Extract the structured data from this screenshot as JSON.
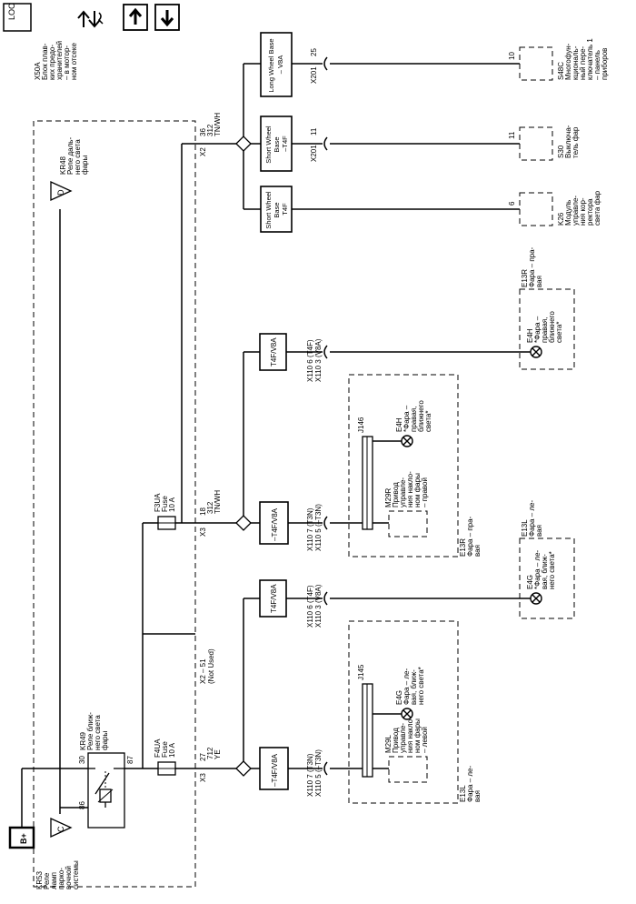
{
  "toolbar": {
    "loc_label": "LOC",
    "swap_icon": "swap-arrows-icon",
    "up_icon": "arrow-up-icon",
    "down_icon": "arrow-down-icon"
  },
  "power": {
    "b_plus": "B+"
  },
  "module_x50a": [
    "X50A",
    "Блок плав-",
    "ких предо-",
    "хранителей",
    "– в мотор-",
    "ном отсеке"
  ],
  "kr48": {
    "letter": "D",
    "lines": [
      "KR48",
      "Реле даль-",
      "него света",
      "фары"
    ]
  },
  "kr53": {
    "letter": "C",
    "lines": [
      "KR53",
      "Реле",
      "ламп",
      "парко-",
      "вочной",
      "системы"
    ]
  },
  "kr49": {
    "lines": [
      "KR49",
      "Реле ближ-",
      "него света",
      "фары"
    ],
    "pin_30": "30",
    "pin_86": "86",
    "pin_87": "87"
  },
  "f4ua": {
    "lines": [
      "F4UA",
      "Fuse",
      "10 A"
    ]
  },
  "f3ua": {
    "lines": [
      "F3UA",
      "Fuse",
      "10 A"
    ]
  },
  "x3_left": {
    "conn": "X3",
    "pin": "27",
    "wire": [
      "712",
      "YE"
    ]
  },
  "x3_right": {
    "conn": "X3",
    "pin": "18",
    "wire": [
      "312",
      "TN/WH"
    ]
  },
  "x2_not_used": [
    "X2 – 51",
    "(Not Used)"
  ],
  "x2_top": {
    "conn": "X2",
    "pin": "36",
    "wire": [
      "312",
      "TN/WH"
    ]
  },
  "boxes": {
    "t4f_v8a_left": "–T4F/V8A",
    "t4f_v8a_mid_right": "–T4F/V8A",
    "t4f_v8a_mid_left": "T4F/V8A",
    "t4f_v8a_right": "T4F/V8A",
    "short_t4f_a": [
      "Short Wheel",
      "Base",
      "T4F"
    ],
    "short_t4f_b": [
      "Short Wheel",
      "Base",
      "–T4F"
    ],
    "long_v8a": [
      "Long Wheel Base",
      "– V8A"
    ]
  },
  "x110": {
    "a": [
      "X110 7 (T3N)",
      "X110 5 (–T3N)"
    ],
    "b": [
      "X110 6 (T4F)",
      "X110 3 (V8A)"
    ],
    "c": [
      "X110 7 (T3N)",
      "X110 5 (–T3N)"
    ],
    "d": [
      "X110 6 (T4F)",
      "X110 3 (V8A)"
    ]
  },
  "x201": {
    "conn_a": "X201",
    "pin_a": "11",
    "conn_b": "X201",
    "pin_b": "25"
  },
  "e13l_left": {
    "area": [
      "E13L",
      "Фара – ле-",
      "вая"
    ],
    "j145": "J145",
    "m29l": [
      "M29L",
      "Привод",
      "управле-",
      "ния накло-",
      "ном фары",
      "– левой"
    ],
    "e4g": [
      "E4G",
      "Фара – ле-",
      "вая, ближ-",
      "него света*"
    ]
  },
  "e13l_right": {
    "area": [
      "E13L",
      "Фара – ле-",
      "вая"
    ],
    "e4g": [
      "E4G",
      "*Фара – ле-",
      "вая, ближ-",
      "него света*"
    ]
  },
  "e13r_left": {
    "area": [
      "E13R",
      "Фара – пра-",
      "вая"
    ],
    "j146": "J146",
    "m29r": [
      "M29R",
      "Привод",
      "управле-",
      "ния накло-",
      "ном фары",
      "– правой"
    ],
    "e4h": [
      "E4H",
      "*Фара –",
      "правая,",
      "ближнего",
      "света*"
    ]
  },
  "e13r_right": {
    "area": [
      "E13R",
      "Фара – пра-",
      "вая"
    ],
    "e4h": [
      "E4H",
      "*Фара –",
      "правая,",
      "ближнего",
      "света*"
    ]
  },
  "k26": {
    "pin": "6",
    "lines": [
      "K26",
      "Модуль",
      "управле-",
      "ния кор-",
      "ректора",
      "света фар"
    ]
  },
  "s30": {
    "pin": "11",
    "lines": [
      "S30",
      "Выключа-",
      "тель фар"
    ]
  },
  "s48c": {
    "pin": "10",
    "lines": [
      "S48C",
      "Многофун-",
      "кциональ-",
      "ный пере-",
      "ключатель 1",
      "– панель",
      "приборов"
    ]
  }
}
